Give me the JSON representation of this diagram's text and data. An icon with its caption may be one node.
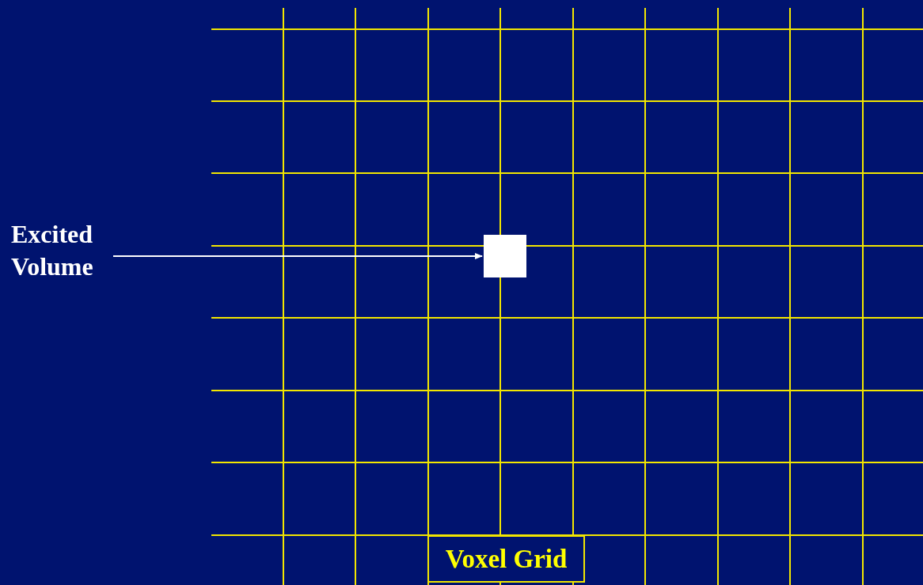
{
  "diagram": {
    "nodes": [
      {
        "text": [
          "Excited Volume"
        ]
      },
      {
        "text": [],
        "shape": "box"
      },
      {
        "text": [
          "Voxel Grid"
        ]
      }
    ],
    "edges": [
      {
        "from": 0,
        "to": 1,
        "arrow": "to"
      }
    ]
  }
}
